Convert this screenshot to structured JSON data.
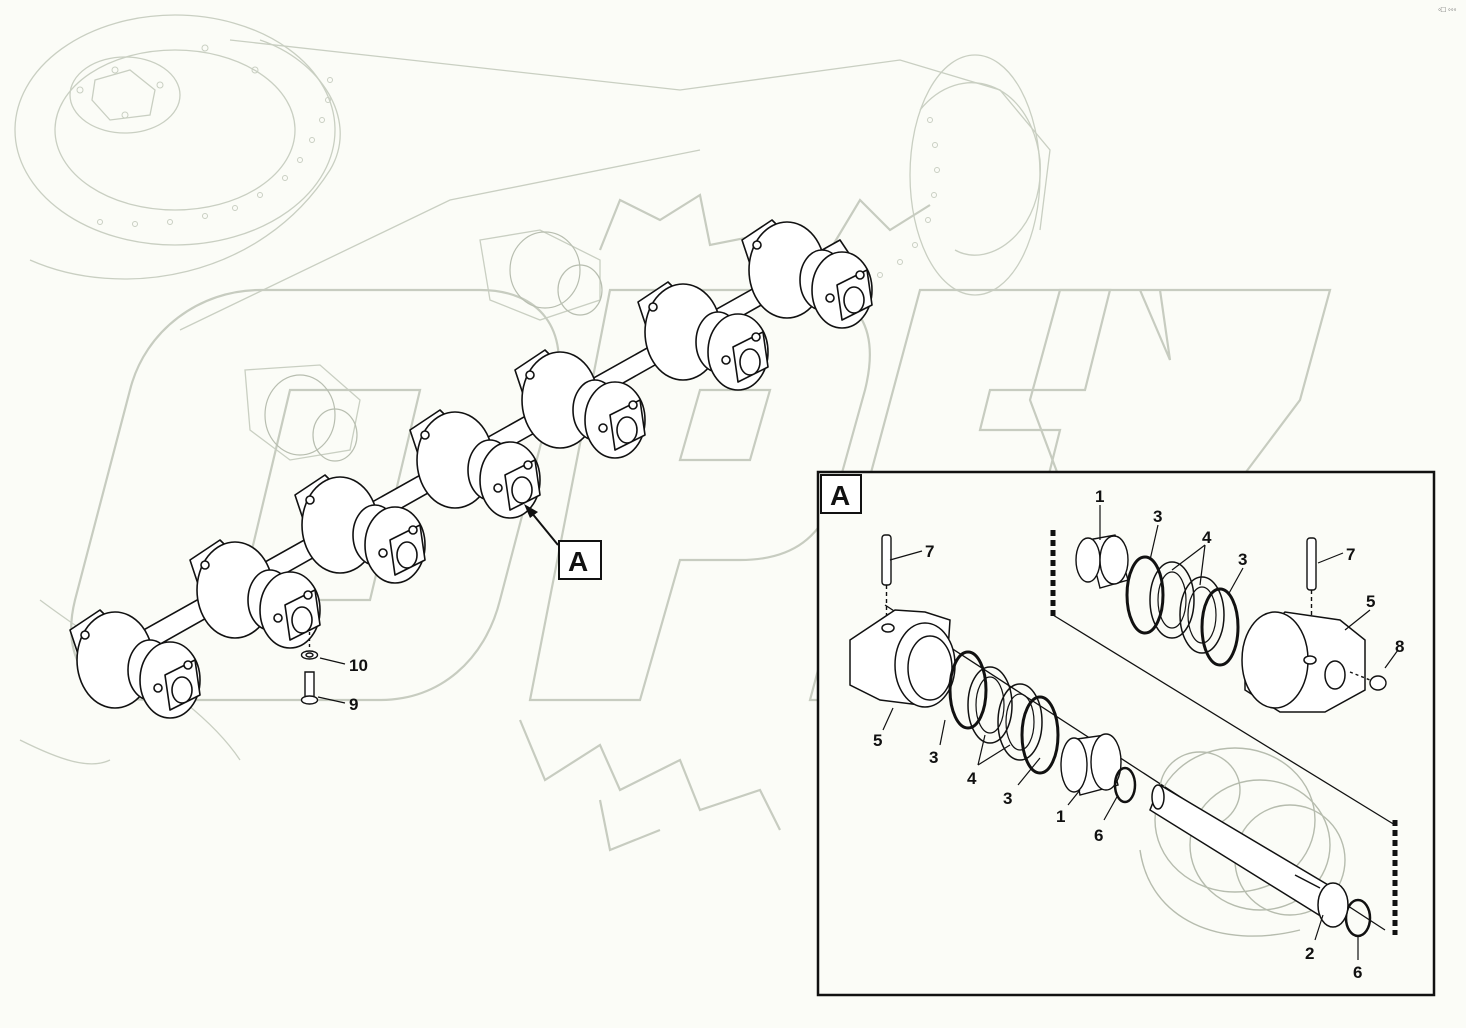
{
  "corner_code": "◦□ ◦◦◦",
  "watermark": {
    "text": "OPEX"
  },
  "callout": {
    "label": "A"
  },
  "detail": {
    "box_label": "A",
    "parts": [
      {
        "num": "1"
      },
      {
        "num": "3"
      },
      {
        "num": "4"
      },
      {
        "num": "3"
      },
      {
        "num": "7"
      },
      {
        "num": "7"
      },
      {
        "num": "5"
      },
      {
        "num": "8"
      },
      {
        "num": "5"
      },
      {
        "num": "3"
      },
      {
        "num": "4"
      },
      {
        "num": "3"
      },
      {
        "num": "1"
      },
      {
        "num": "6"
      },
      {
        "num": "2"
      },
      {
        "num": "6"
      }
    ]
  },
  "overview_parts": [
    {
      "num": "10"
    },
    {
      "num": "9"
    }
  ]
}
